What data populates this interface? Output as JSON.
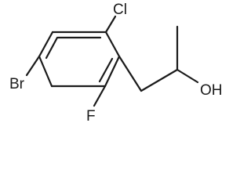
{
  "molecule": {
    "atoms": {
      "chlorine": "Cl",
      "bromine": "Br",
      "fluorine": "F",
      "hydroxyl": "OH"
    }
  }
}
